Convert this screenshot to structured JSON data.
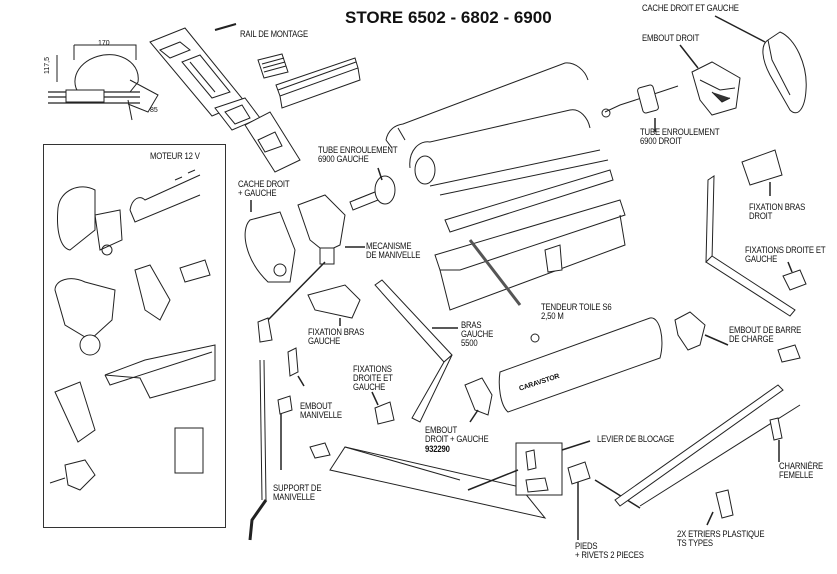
{
  "title": "STORE 6502 - 6802 - 6900",
  "dimensions": {
    "width": "170",
    "height": "117,5",
    "depth": "85"
  },
  "labels": {
    "rail_montage": "RAIL DE MONTAGE",
    "cache_droit_gauche_top": "CACHE DROIT ET GAUCHE",
    "embout_droit": "EMBOUT DROIT",
    "tube_enroulement_droit": "TUBE ENROULEMENT\n6900 DROIT",
    "tube_enroulement_gauche": "TUBE ENROULEMENT\n6900 GAUCHE",
    "moteur": "MOTEUR 12 V",
    "cache_droit_gauche": "CACHE DROIT\n+ GAUCHE",
    "mecanisme_manivelle": "MECANISME\nDE MANIVELLE",
    "fixation_bras_droit": "FIXATION BRAS\nDROIT",
    "fixations_droite_gauche_right": "FIXATIONS DROITE ET\nGAUCHE",
    "tendeur_toile": "TENDEUR TOILE S6\n2,50 M",
    "fixation_bras_gauche": "FIXATION BRAS\nGAUCHE",
    "bras_gauche": "BRAS\nGAUCHE\n5500",
    "embout_barre_charge": "EMBOUT DE BARRE\nDE CHARGE",
    "fixations_droite_gauche_mid": "FIXATIONS\nDROITE ET\nGAUCHE",
    "embout_manivelle": "EMBOUT\nMANIVELLE",
    "embout_droit_gauche": "EMBOUT\nDROIT + GAUCHE",
    "embout_ref": "932290",
    "levier_blocage": "LEVIER DE BLOCAGE",
    "support_manivelle": "SUPPORT DE\nMANIVELLE",
    "charniere_femelle": "CHARNIÈRE\nFEMELLE",
    "pieds_rivets": "PIEDS\n+ RIVETS 2 PIECES",
    "etriers": "2X ETRIERS PLASTIQUE\nTS TYPES"
  },
  "brand_mark": "CARAVSTOR"
}
